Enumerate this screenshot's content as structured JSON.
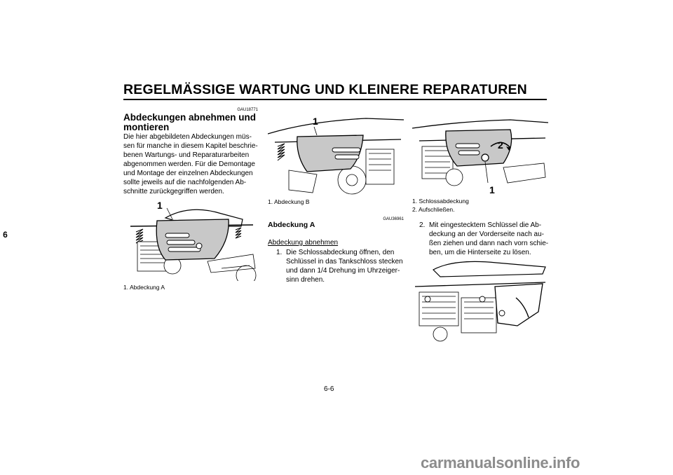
{
  "header": {
    "title": "REGELMÄSSIGE WARTUNG UND KLEINERE REPARATUREN"
  },
  "chapter_tab": "6",
  "section": {
    "code": "GAU18771",
    "title_line1": "Abdeckungen abnehmen und",
    "title_line2": "montieren",
    "paragraph": [
      "Die hier abgebildeten Abdeckungen müs-",
      "sen für manche in diesem Kapitel beschrie-",
      "benen Wartungs- und Reparaturarbeiten",
      "abgenommen werden. Für die Demontage",
      "und Montage der einzelnen Abdeckungen",
      "sollte jeweils auf die nachfolgenden Ab-",
      "schnitte zurückgegriffen werden."
    ]
  },
  "figure_left": {
    "label": "1",
    "caption": "1.  Abdeckung A"
  },
  "figure_middle": {
    "label": "1",
    "caption": "1.  Abdeckung B"
  },
  "subsection": {
    "code": "GAU36961",
    "title": "Abdeckung A",
    "procedure_heading": "Abdeckung abnehmen",
    "step1_number": "1.",
    "step1_lines": [
      "Die Schlossabdeckung öffnen, den",
      "Schlüssel in das Tankschloss stecken",
      "und dann 1/4 Drehung im Uhrzeiger-",
      "sinn drehen."
    ]
  },
  "figure_right": {
    "labels": [
      "2",
      "1"
    ],
    "captions": [
      "1.  Schlossabdeckung",
      "2.  Aufschließen."
    ]
  },
  "step2": {
    "number": "2.",
    "lines": [
      "Mit eingestecktem Schlüssel die Ab-",
      "deckung an der Vorderseite nach au-",
      "ßen ziehen und dann nach vorn schie-",
      "ben, um die Hinterseite zu lösen."
    ]
  },
  "page_number": "6-6",
  "watermark": "carmanualsonline.info"
}
